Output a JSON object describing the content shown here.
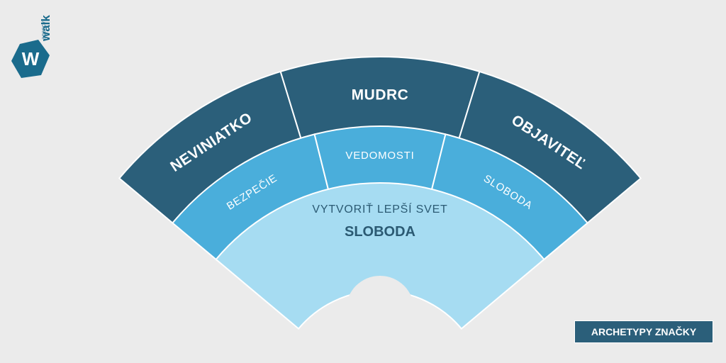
{
  "brand": {
    "logo_letter": "W",
    "name": "walk",
    "sub": "agency"
  },
  "diagram": {
    "outer": [
      {
        "label": "NEVINIATKO",
        "color": "#2b5f7a"
      },
      {
        "label": "MUDRC",
        "color": "#2b5f7a"
      },
      {
        "label": "OBJAVITEĽ",
        "color": "#2b5f7a"
      }
    ],
    "middle": [
      {
        "label": "BEZPEČIE",
        "color": "#4aaedb"
      },
      {
        "label": "VEDOMOSTI",
        "color": "#4aaedb"
      },
      {
        "label": "SLOBODA",
        "color": "#4aaedb"
      }
    ],
    "core": {
      "line1": "VYTVORIŤ LEPŠÍ SVET",
      "line2": "SLOBODA",
      "color": "#a6dcf2"
    }
  },
  "badge": {
    "title": "ARCHETYPY ZNAČKY"
  }
}
